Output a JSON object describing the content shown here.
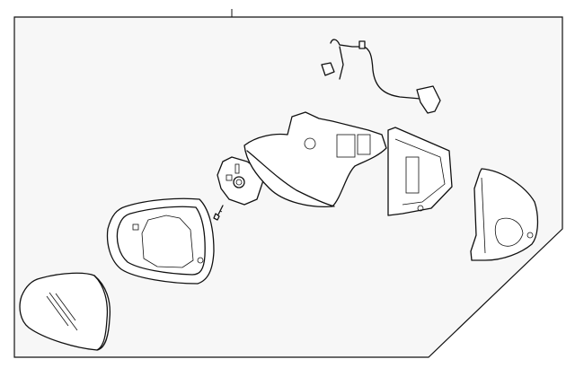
{
  "diagram": {
    "type": "exploded-parts-diagram",
    "colors": {
      "background": "#f7f7f7",
      "line": "#111111"
    },
    "parts": [
      "mirror-glass",
      "mirror-backing-plate",
      "screw",
      "mirror-actuator",
      "mirror-housing-assembly",
      "wiring-harness",
      "mirror-cover"
    ]
  }
}
